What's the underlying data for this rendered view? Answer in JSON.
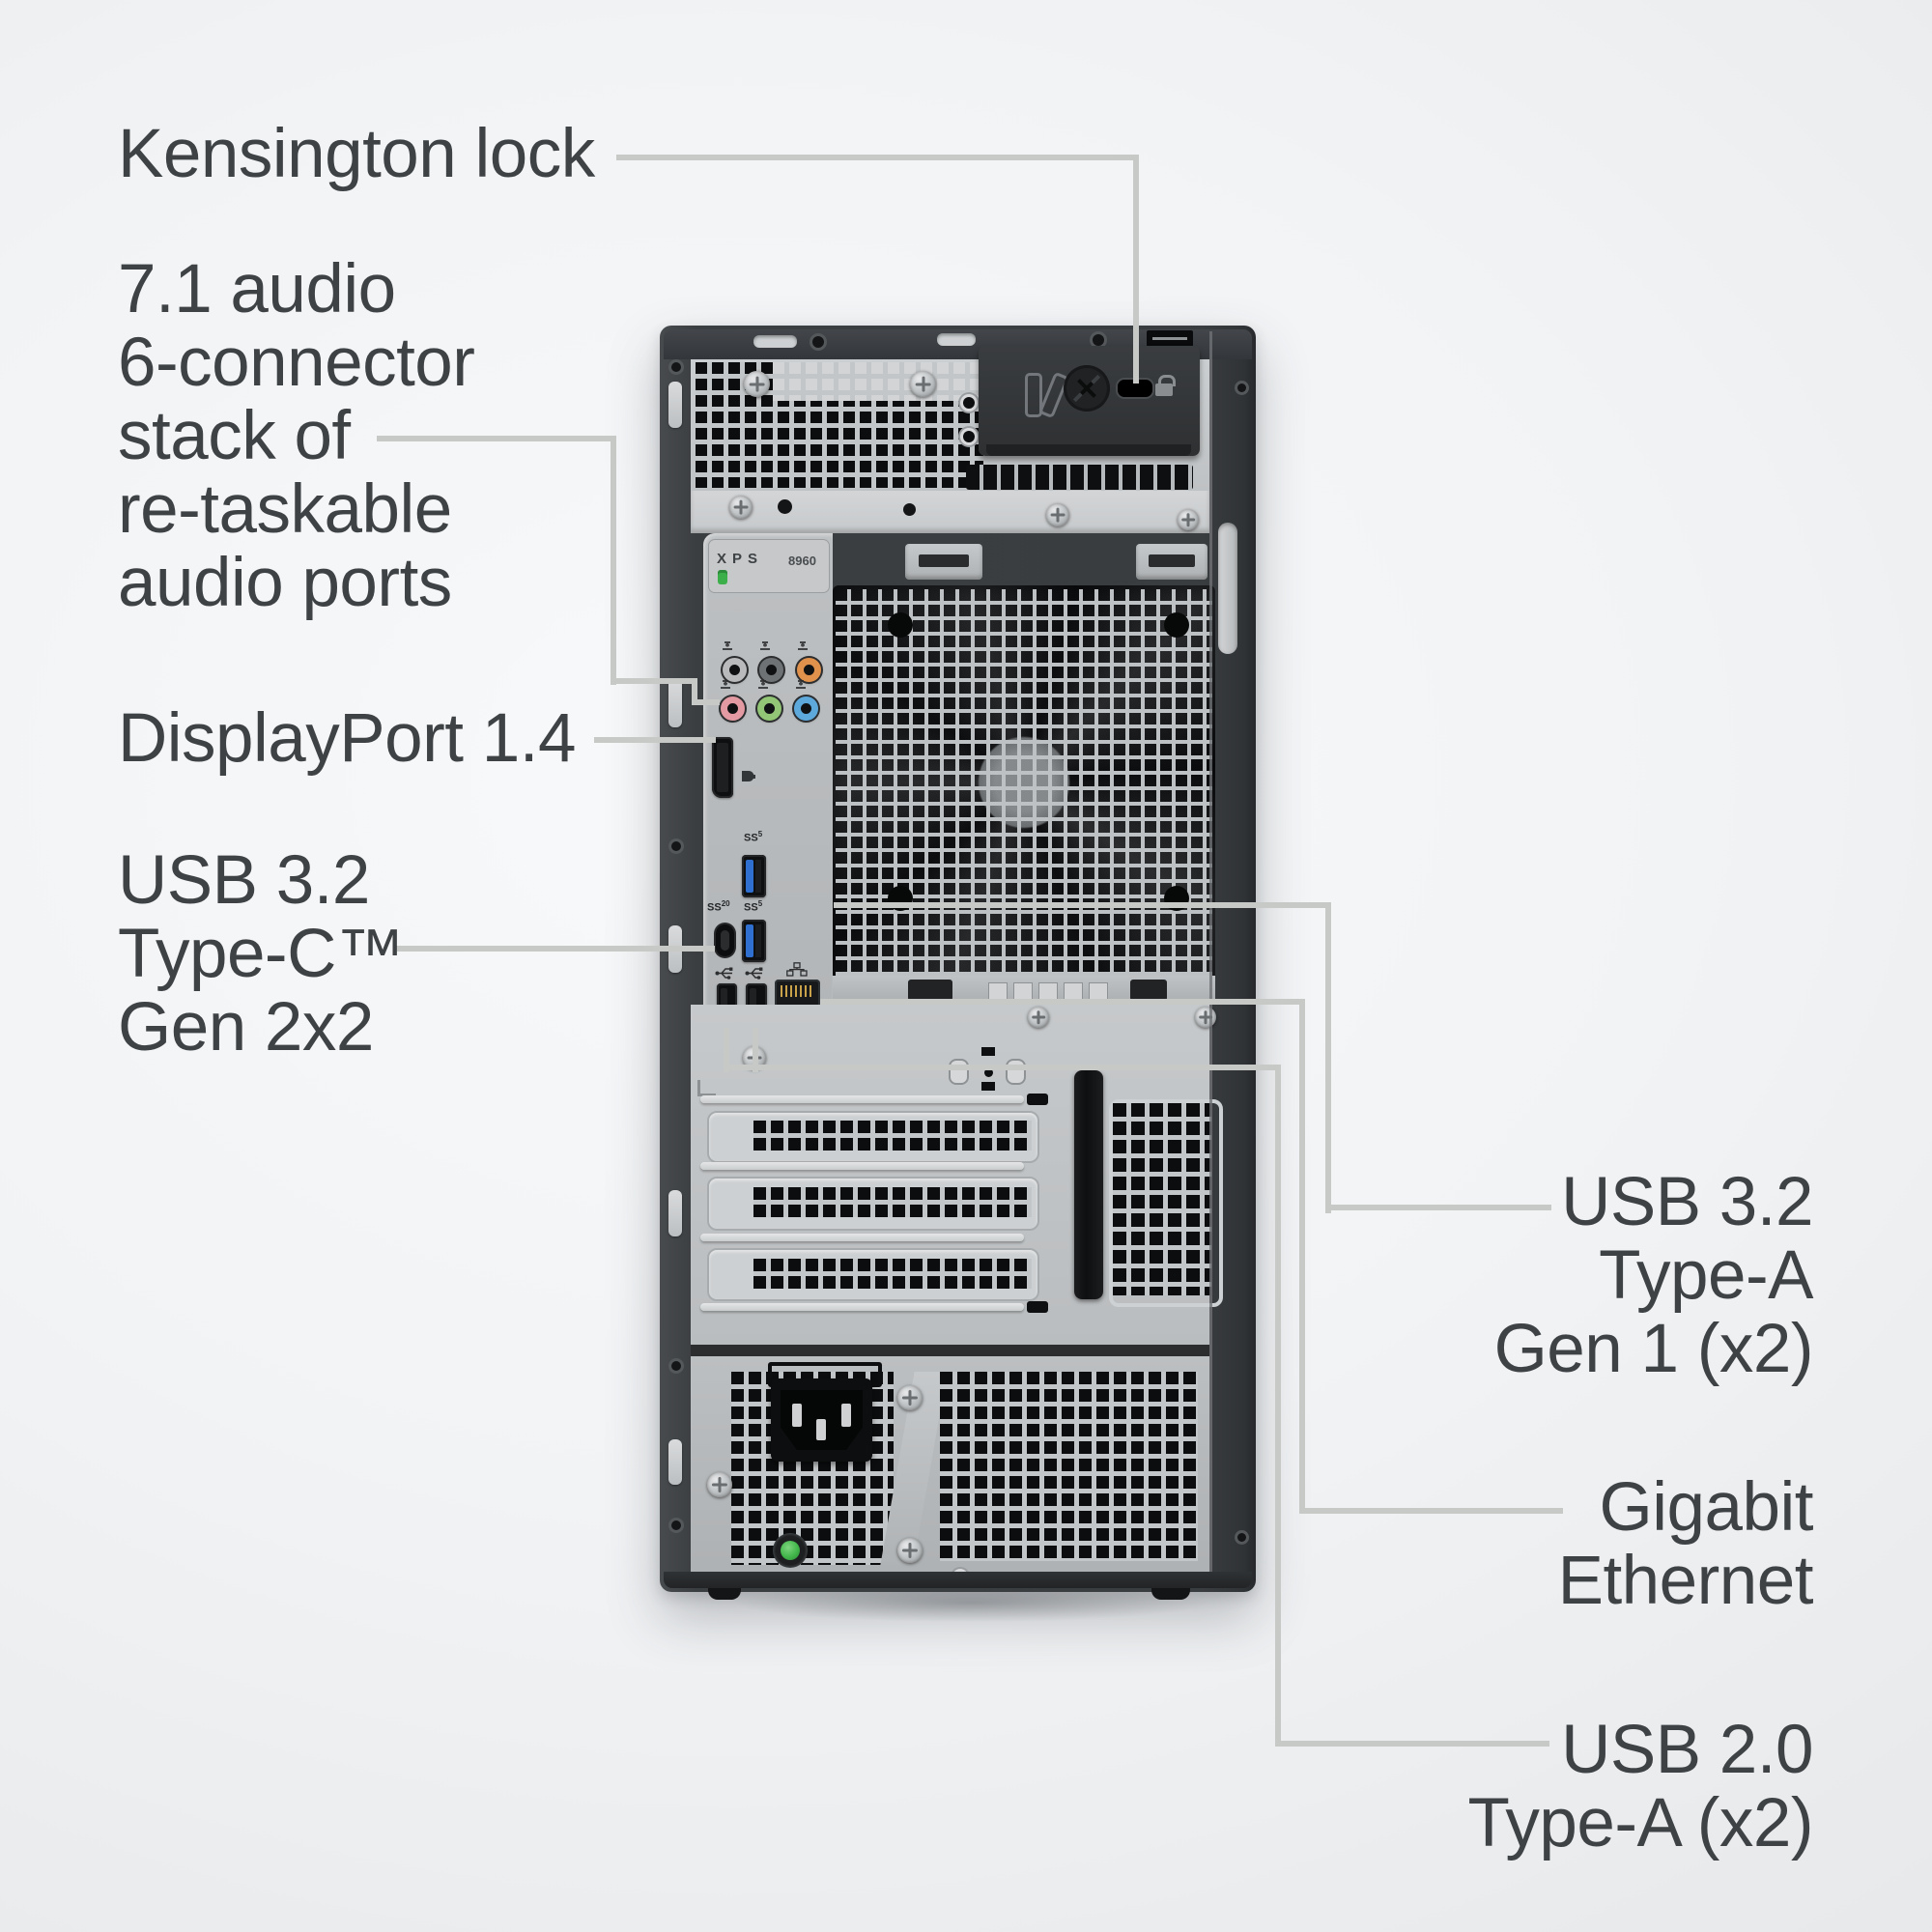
{
  "diagram": {
    "background_color": "#eef0f2",
    "callout_line_color": "#c7c9c6",
    "text_color": "#3f4245",
    "callouts_left": [
      {
        "id": "kensington-lock",
        "lines": [
          "Kensington lock"
        ]
      },
      {
        "id": "audio-stack",
        "lines": [
          "7.1 audio",
          "6-connector",
          "stack of",
          "re-taskable",
          "audio ports"
        ]
      },
      {
        "id": "displayport",
        "lines": [
          "DisplayPort 1.4"
        ]
      },
      {
        "id": "usb-c",
        "lines": [
          "USB 3.2",
          "Type-C™",
          "Gen 2x2"
        ]
      }
    ],
    "callouts_right": [
      {
        "id": "usb-a-gen1",
        "lines": [
          "USB 3.2",
          "Type-A",
          "Gen 1 (x2)"
        ]
      },
      {
        "id": "gigabit-ethernet",
        "lines": [
          "Gigabit",
          "Ethernet"
        ]
      },
      {
        "id": "usb-2",
        "lines": [
          "USB 2.0",
          "Type-A (x2)"
        ]
      }
    ],
    "tower": {
      "brand": "XPS",
      "model": "8960",
      "icons": {
        "ss": "SS",
        "gen5": "5",
        "gen20": "20"
      },
      "icons_present": [
        "kensington-lock-slot-icon",
        "no-service-icon",
        "padlock-icon",
        "side-speaker-icon",
        "rear-speaker-icon",
        "center-sub-icon",
        "mic-icon",
        "line-out-icon",
        "line-in-icon",
        "displayport-logo-icon",
        "usb-ss-icon",
        "usb2-trident-icon",
        "ethernet-icon",
        "ssd-led-icon"
      ],
      "status_colors": {
        "psu_led_green": "#41b64a",
        "jack_side": "#b9babc",
        "jack_rear": "#6f7274",
        "jack_center_sub": "#e0914c",
        "jack_mic": "#e39aa2",
        "jack_line_out": "#92c575",
        "jack_line_in": "#5ea9dc",
        "usb3_blue": "#2f6fd0"
      }
    }
  }
}
